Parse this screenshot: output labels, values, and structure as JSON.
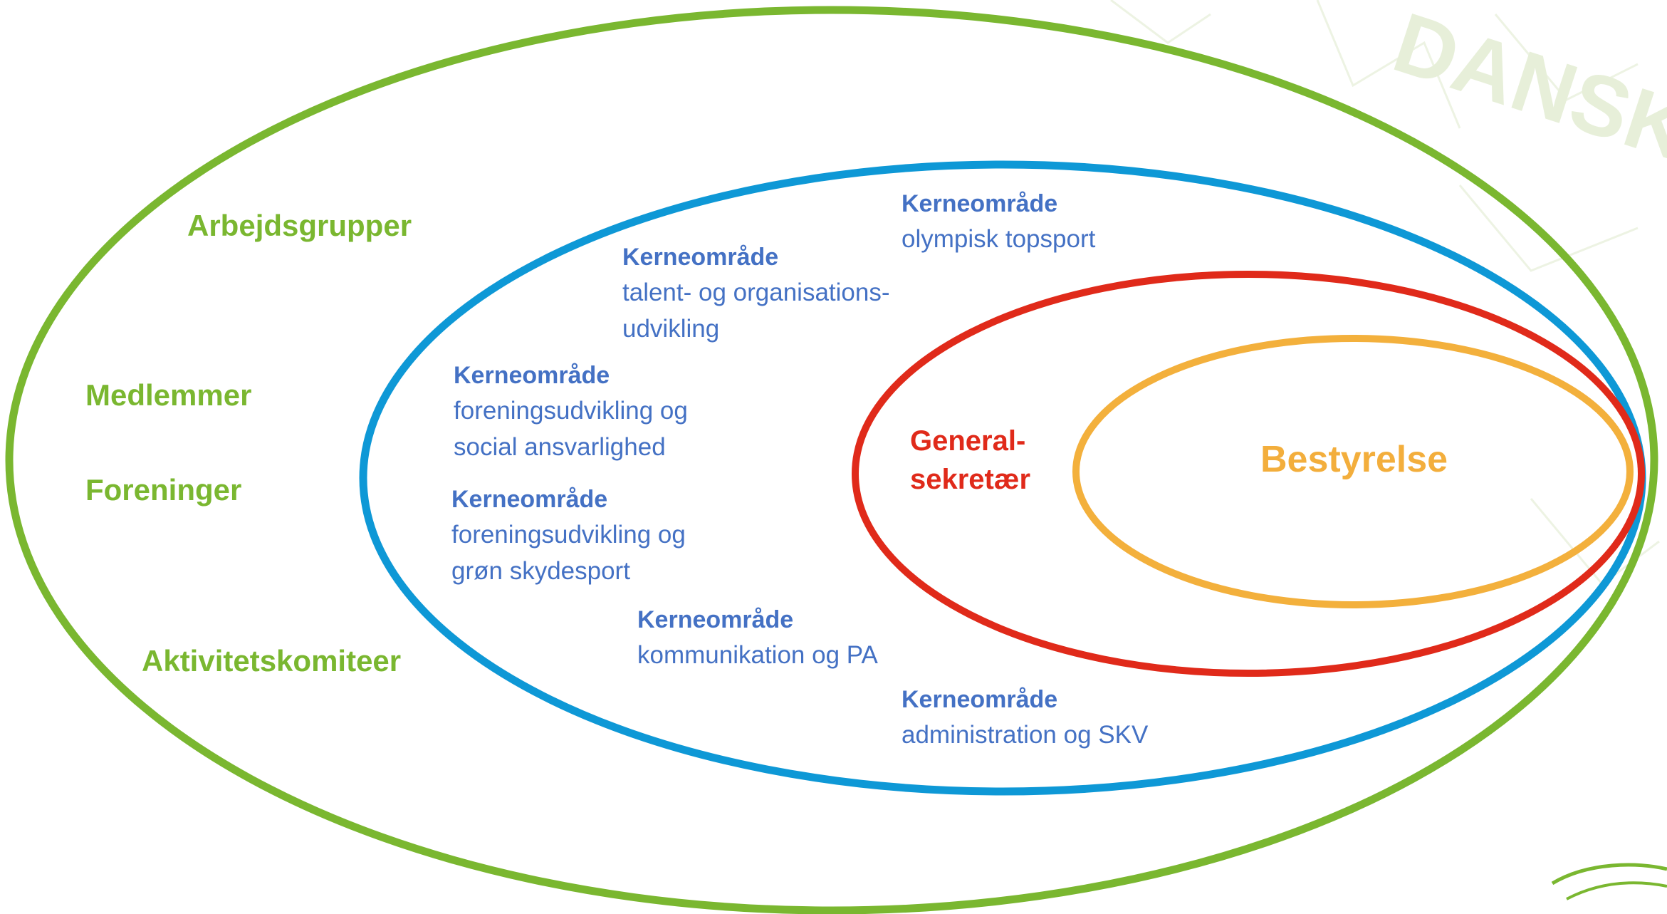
{
  "colors": {
    "outer_ring": "#7ab730",
    "blue_ring": "#0e98d6",
    "red_ring": "#e02a1a",
    "orange_ring": "#f3b03c",
    "watermark": "#e7efd9",
    "green_text": "#7ab730",
    "blue_text": "#4471c4",
    "red_text": "#e02a1a",
    "orange_text": "#f3ae3c"
  },
  "outer_labels": {
    "arbejdsgrupper": "Arbejdsgrupper",
    "medlemmer": "Medlemmer",
    "foreninger": "Foreninger",
    "aktivitetskomiteer": "Aktivitetskomiteer"
  },
  "kerneomraader": [
    {
      "heading": "Kerneområde",
      "lines": [
        "olympisk topsport"
      ]
    },
    {
      "heading": "Kerneområde",
      "lines": [
        "talent- og organisations-",
        "udvikling"
      ]
    },
    {
      "heading": "Kerneområde",
      "lines": [
        "foreningsudvikling og",
        "social ansvarlighed"
      ]
    },
    {
      "heading": "Kerneområde",
      "lines": [
        "foreningsudvikling og",
        "grøn skydesport"
      ]
    },
    {
      "heading": "Kerneområde",
      "lines": [
        "kommunikation og PA"
      ]
    },
    {
      "heading": "Kerneområde",
      "lines": [
        "administration og SKV"
      ]
    }
  ],
  "generalsekretaer": {
    "line1": "General-",
    "line2": "sekretær"
  },
  "bestyrelse": "Bestyrelse",
  "watermark_text": "DANSK"
}
